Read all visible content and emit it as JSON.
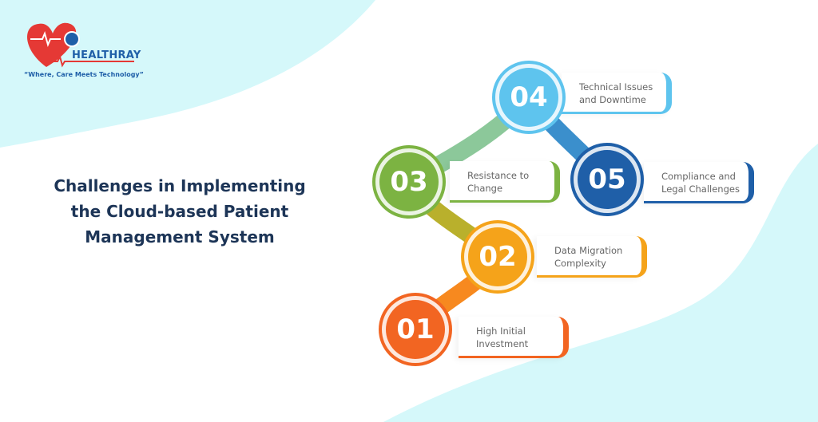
{
  "brand": {
    "name": "HEALTHRAY",
    "tagline": "“Where, Care Meets Technology”"
  },
  "title": [
    "Challenges in Implementing",
    "the Cloud-based Patient",
    "Management System"
  ],
  "steps": [
    {
      "num": "01",
      "line1": "High Initial",
      "line2": "Investment",
      "color": "#f26522"
    },
    {
      "num": "02",
      "line1": "Data Migration",
      "line2": "Complexity",
      "color": "#f5a31a"
    },
    {
      "num": "03",
      "line1": "Resistance to",
      "line2": "Change",
      "color": "#7cb342"
    },
    {
      "num": "04",
      "line1": "Technical Issues",
      "line2": "and Downtime",
      "color": "#5ec4ee"
    },
    {
      "num": "05",
      "line1": "Compliance and",
      "line2": "Legal Challenges",
      "color": "#1f5fa8"
    }
  ]
}
